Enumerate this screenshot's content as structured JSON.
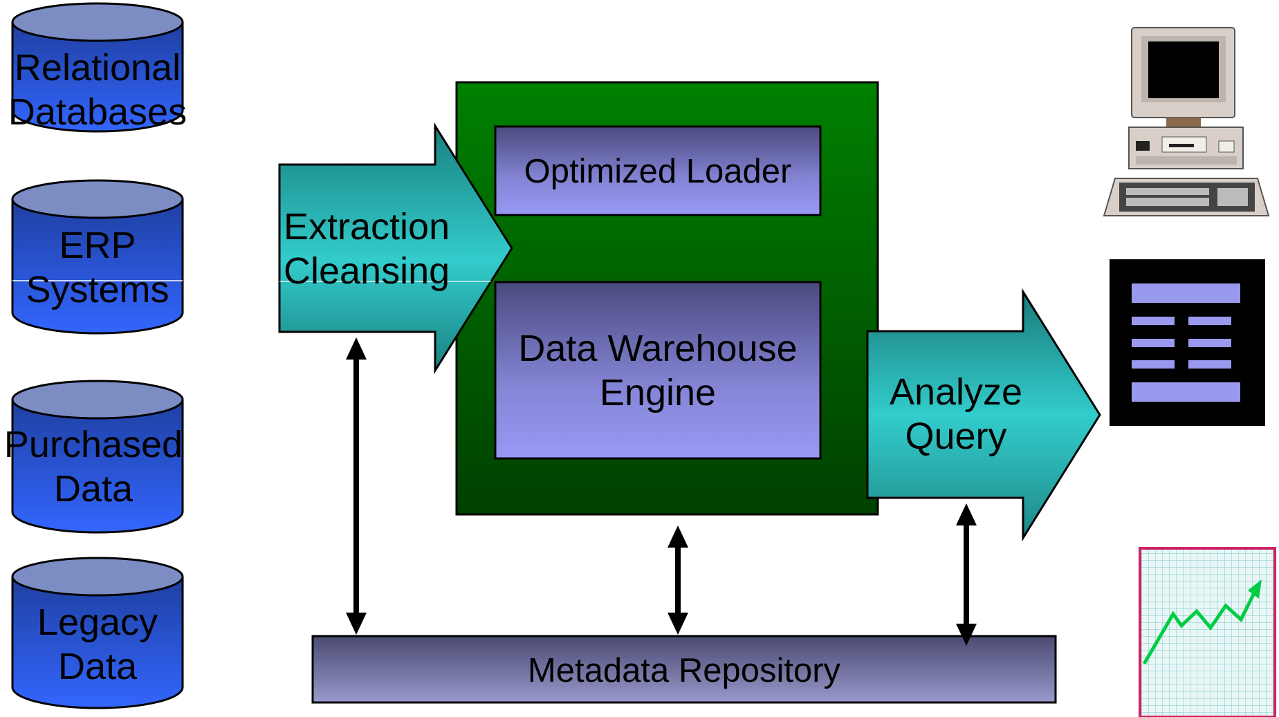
{
  "sources": [
    {
      "lines": [
        "Relational",
        "Databases"
      ]
    },
    {
      "lines": [
        "ERP",
        "Systems"
      ]
    },
    {
      "lines": [
        "Purchased",
        "Data"
      ]
    },
    {
      "lines": [
        "Legacy",
        "Data"
      ]
    }
  ],
  "extraction_arrow": {
    "lines": [
      "Extraction",
      "Cleansing"
    ]
  },
  "warehouse": {
    "loader": "Optimized Loader",
    "engine_lines": [
      "Data Warehouse",
      "Engine"
    ]
  },
  "analyze_arrow": {
    "lines": [
      "Analyze",
      "Query"
    ]
  },
  "metadata": {
    "label": "Metadata Repository"
  },
  "icons": [
    "computer-icon",
    "report-icon",
    "chart-icon"
  ],
  "colors": {
    "cylinder_body": "#2f5fe8",
    "cylinder_top": "#7c8dc4",
    "arrow_teal": "#33cccc",
    "warehouse_green": "#008000",
    "inner_box_purple": "#9999ee",
    "metadata_bar": "#8888bb"
  }
}
